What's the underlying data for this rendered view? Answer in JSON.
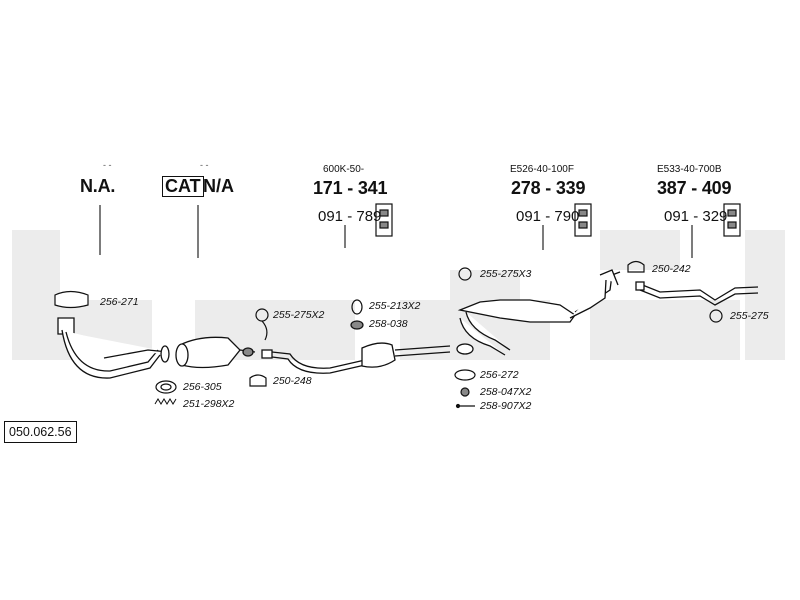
{
  "colors": {
    "watermark": "#ececec",
    "ink": "#111111"
  },
  "header": [
    {
      "dots": "- -",
      "part": "N.A."
    },
    {
      "dots": "- -",
      "cat": "CAT",
      "part": "N/A"
    },
    {
      "ref": "600K-50-",
      "part": "171 - 341",
      "bracket": "091 - 789",
      "icon": "bracket-icon"
    },
    {
      "ref": "E526-40-100F",
      "part": "278 - 339",
      "bracket": "091 - 790",
      "icon": "bracket-icon"
    },
    {
      "ref": "E533-40-700B",
      "part": "387 - 409",
      "bracket": "091 - 329",
      "icon": "bracket-icon"
    }
  ],
  "labels": [
    "256-271",
    "256-305",
    "251-298X2",
    "255-275X2",
    "250-248",
    "255-213X2",
    "258-038",
    "255-275X3",
    "256-272",
    "258-047X2",
    "258-907X2",
    "250-242",
    "255-275"
  ],
  "diagram_code": "050.062.56"
}
